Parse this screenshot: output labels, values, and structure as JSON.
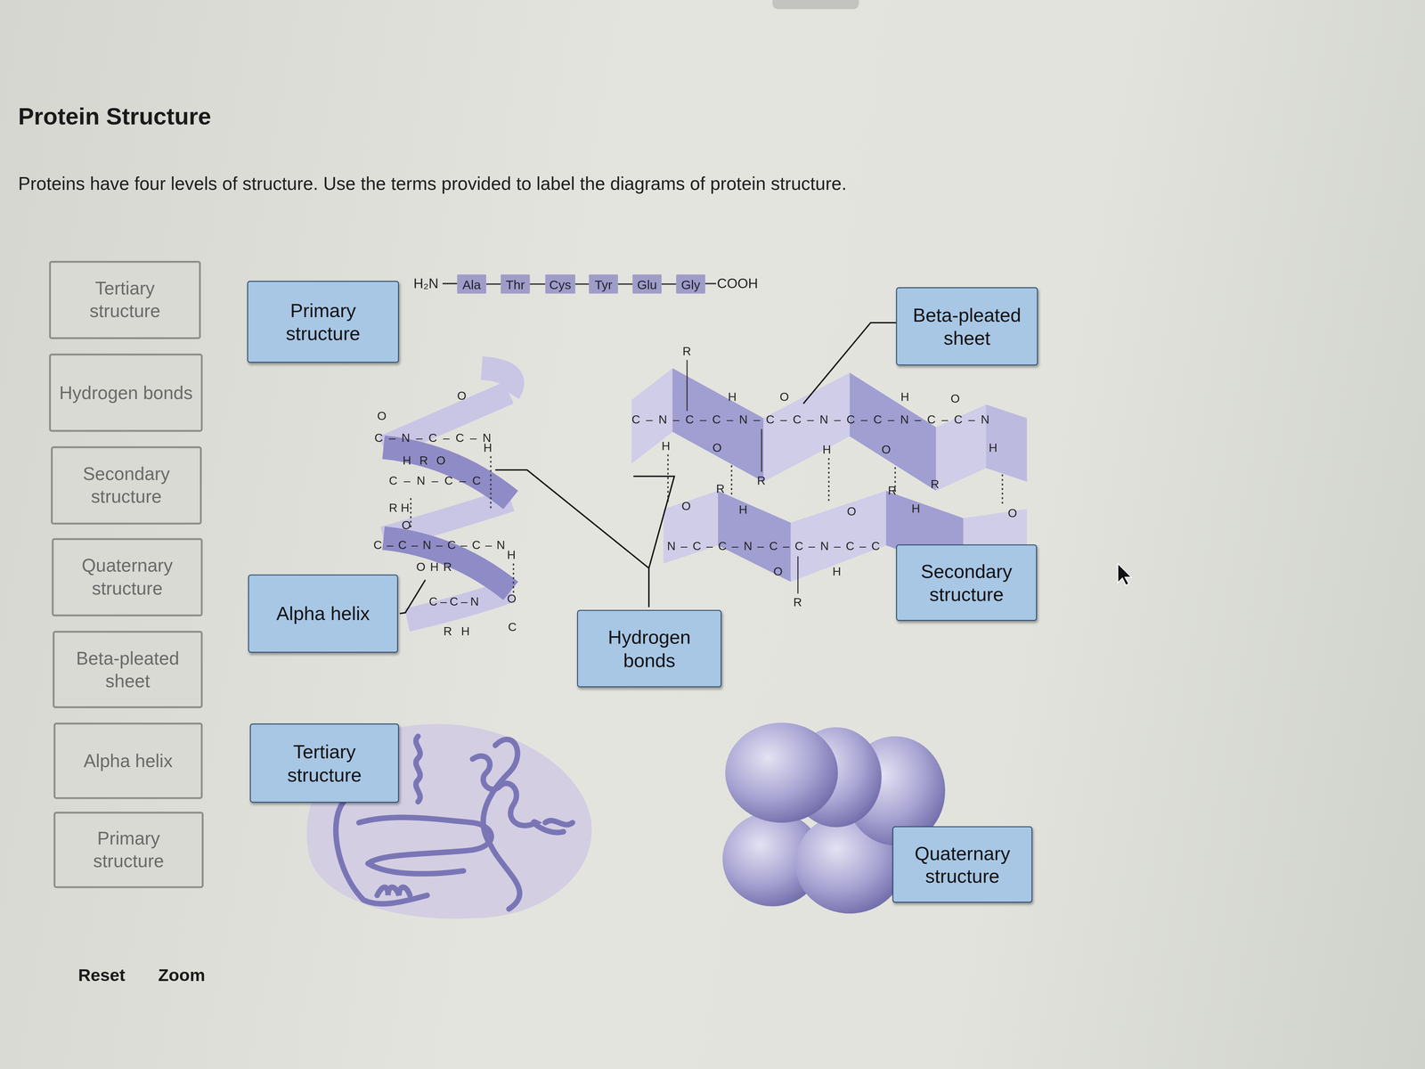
{
  "diagram": {
    "title": "Protein Structure",
    "nodes": [
      {
        "text": [
          "Tertiary structure"
        ]
      },
      {
        "text": [
          "Hydrogen bonds"
        ]
      },
      {
        "text": [
          "Secondary structure"
        ]
      },
      {
        "text": [
          "Quaternary structure"
        ]
      },
      {
        "text": [
          "Beta-pleated sheet"
        ]
      },
      {
        "text": [
          "Alpha helix"
        ]
      },
      {
        "text": [
          "Primary structure"
        ]
      },
      {
        "text": [
          "Primary structure"
        ]
      },
      {
        "text": [
          "Ala"
        ]
      },
      {
        "text": [
          "Thr"
        ]
      },
      {
        "text": [
          "Cys"
        ]
      },
      {
        "text": [
          "Tyr"
        ]
      },
      {
        "text": [
          "Glu"
        ]
      },
      {
        "text": [
          "Gly"
        ]
      },
      {
        "text": [
          "Beta-pleated sheet"
        ]
      },
      {
        "text": [
          "Alpha helix"
        ]
      },
      {
        "text": [
          "Hydrogen bonds"
        ]
      },
      {
        "text": [
          "Secondary structure"
        ]
      },
      {
        "text": [
          "Tertiary structure"
        ]
      },
      {
        "text": [
          "Quaternary structure"
        ]
      }
    ],
    "edges": [
      {
        "from": 8,
        "to": 9,
        "arrow": "none"
      },
      {
        "from": 9,
        "to": 10,
        "arrow": "none"
      },
      {
        "from": 10,
        "to": 11,
        "arrow": "none"
      },
      {
        "from": 11,
        "to": 12,
        "arrow": "none"
      },
      {
        "from": 12,
        "to": 13,
        "arrow": "none"
      }
    ],
    "labels": [
      "Proteins have four levels of structure. Use the terms provided to label the diagrams of protein structure.",
      "H₂N",
      "COOH",
      "O",
      "O",
      "C–N–C–C–N",
      "H",
      "H R O",
      "C–N–C–C",
      "R H",
      "O",
      "C–C–N–C–C–N",
      "O H R",
      "C–C–N",
      "R H",
      "H",
      "O",
      "C",
      "R",
      "H",
      "O",
      "H",
      "O",
      "C–N–C–C–N–C–C–N–C–C–N–C–C–N",
      "H",
      "O",
      "R",
      "H",
      "O",
      "R",
      "H",
      "O",
      "R",
      "H",
      "O",
      "R",
      "H",
      "O",
      "N–C–C–N–C–C–N–C–C",
      "O",
      "H",
      "R",
      "Reset",
      "Zoom"
    ]
  }
}
